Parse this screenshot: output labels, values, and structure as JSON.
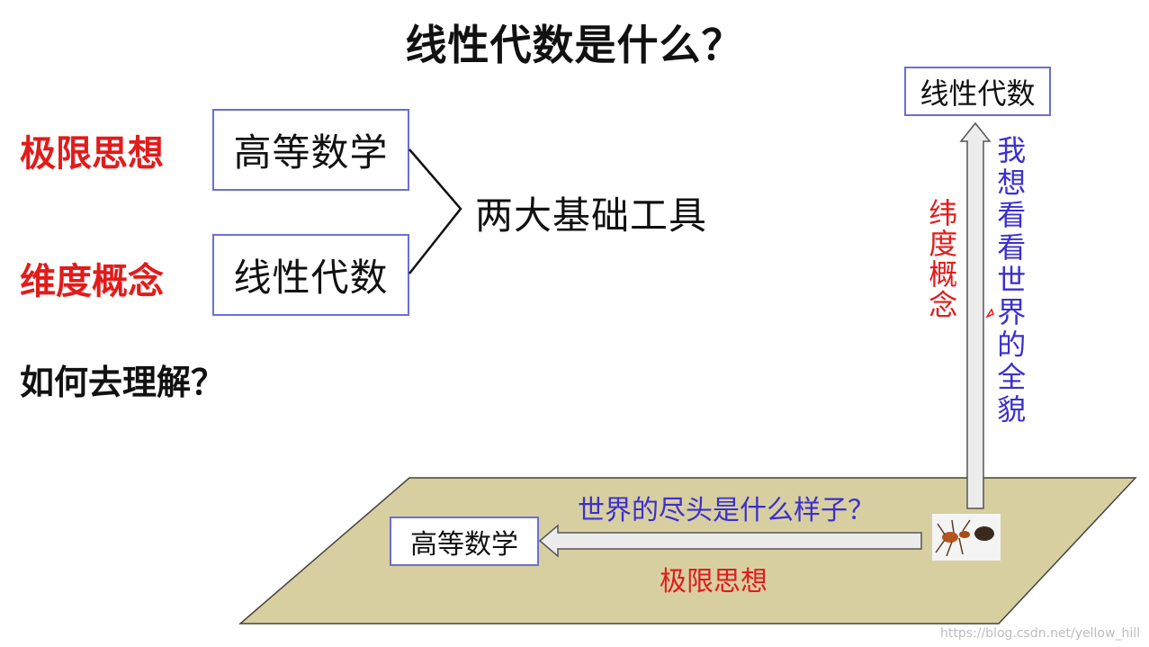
{
  "title": "线性代数是什么？",
  "left": {
    "label_limit": "极限思想",
    "label_dimension": "维度概念",
    "box_calculus": "高等数学",
    "box_linear_algebra": "线性代数",
    "merge_text": "两大基础工具",
    "question": "如何去理解？"
  },
  "right": {
    "top_box": "线性代数",
    "vertical_blue": "我想看看世界的全貌",
    "vertical_red": "纬度概念",
    "plane_question": "世界的尽头是什么样子？",
    "plane_box": "高等数学",
    "plane_label": "极限思想"
  },
  "watermark": "https://blog.csdn.net/yellow_hill",
  "colors": {
    "accent_red": "#e21b1b",
    "accent_blue": "#3b2fd0",
    "box_border": "#6b6fd0",
    "plane_fill": "#d8cfa0",
    "arrow_fill": "#ececec"
  }
}
